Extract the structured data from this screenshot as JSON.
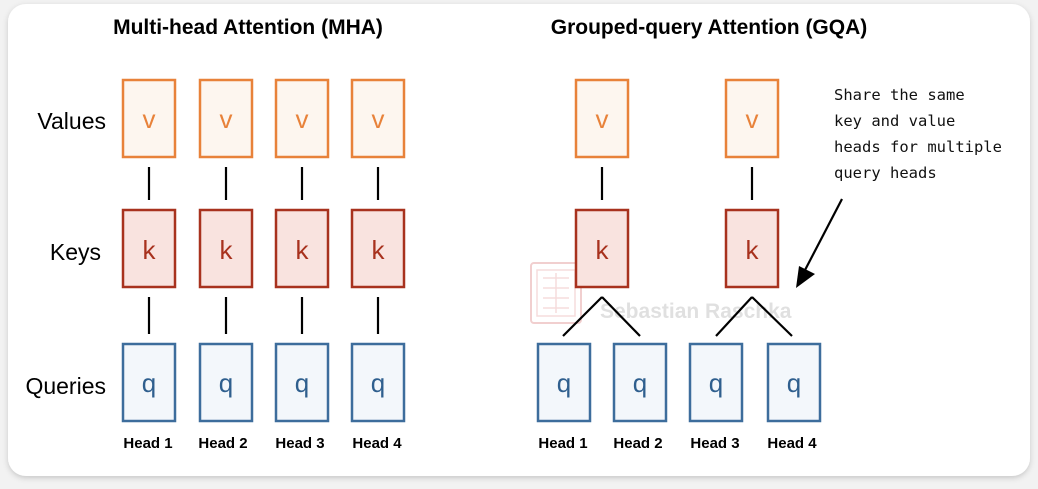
{
  "mha": {
    "title": "Multi-head Attention (MHA)",
    "row_labels": {
      "values": "Values",
      "keys": "Keys",
      "queries": "Queries"
    },
    "value_letters": [
      "v",
      "v",
      "v",
      "v"
    ],
    "key_letters": [
      "k",
      "k",
      "k",
      "k"
    ],
    "query_letters": [
      "q",
      "q",
      "q",
      "q"
    ],
    "head_labels": [
      "Head 1",
      "Head 2",
      "Head 3",
      "Head 4"
    ]
  },
  "gqa": {
    "title": "Grouped-query Attention (GQA)",
    "value_letters": [
      "v",
      "v"
    ],
    "key_letters": [
      "k",
      "k"
    ],
    "query_letters": [
      "q",
      "q",
      "q",
      "q"
    ],
    "head_labels": [
      "Head 1",
      "Head 2",
      "Head 3",
      "Head 4"
    ]
  },
  "annotation": {
    "lines": [
      "Share the same",
      "key and value",
      "heads for multiple",
      "query heads"
    ]
  },
  "watermark": {
    "text": "Sebastian Raschka"
  },
  "colors": {
    "value": "#e8823a",
    "value_fill": "#fdf6ef",
    "key": "#a8321e",
    "key_fill": "#f9e3df",
    "query": "#3d6d9c",
    "query_fill": "#f3f7fb",
    "card_bg": "#ffffff",
    "page_bg": "#f2f2f2"
  }
}
